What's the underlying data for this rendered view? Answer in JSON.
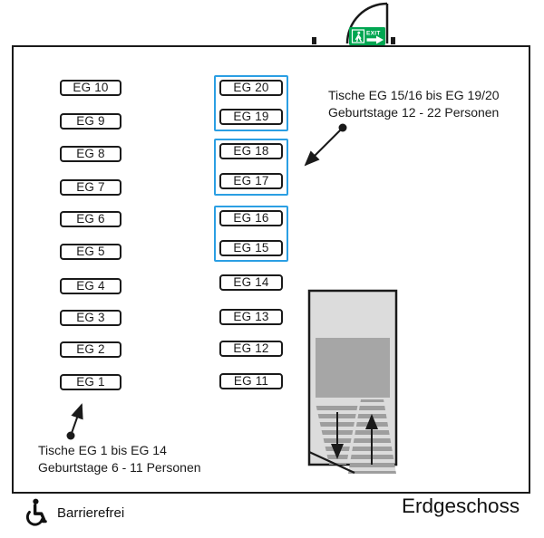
{
  "floor": {
    "title": "Erdgeschoss"
  },
  "accessibility": {
    "label": "Barrierefrei"
  },
  "exit": {
    "label": "EXIT"
  },
  "tables": {
    "left": [
      "EG 10",
      "EG 9",
      "EG 8",
      "EG 7",
      "EG 6",
      "EG 5",
      "EG 4",
      "EG 3",
      "EG 2",
      "EG 1"
    ],
    "middle": [
      "EG 20",
      "EG 19",
      "EG 18",
      "EG 17",
      "EG 16",
      "EG 15",
      "EG 14",
      "EG 13",
      "EG 12",
      "EG 11"
    ]
  },
  "annotations": {
    "large_tables": {
      "line1": "Tische EG 15/16 bis EG 19/20",
      "line2": "Geburtstage 12 - 22 Personen"
    },
    "small_tables": {
      "line1": "Tische EG 1 bis EG 14",
      "line2": "Geburtstage 6 - 11 Personen"
    }
  },
  "colors": {
    "highlight_blue": "#2b9fe3",
    "exit_green": "#00a651",
    "outline": "#1a1a1a",
    "stairs_light": "#dcdcdc",
    "stairs_dark": "#a6a6a6"
  }
}
